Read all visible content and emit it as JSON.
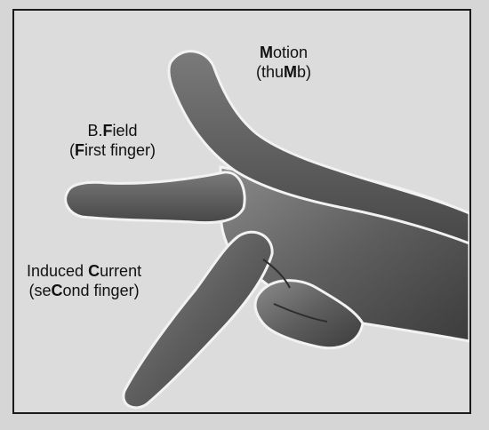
{
  "labels": {
    "motion": {
      "line1": [
        {
          "t": "M",
          "b": true
        },
        {
          "t": "otion",
          "b": false
        }
      ],
      "line2": [
        {
          "t": "(thu",
          "b": false
        },
        {
          "t": "M",
          "b": true
        },
        {
          "t": "b)",
          "b": false
        }
      ]
    },
    "field": {
      "line1": [
        {
          "t": "B.",
          "b": false
        },
        {
          "t": "F",
          "b": true
        },
        {
          "t": "ield",
          "b": false
        }
      ],
      "line2": [
        {
          "t": "(",
          "b": false
        },
        {
          "t": "F",
          "b": true
        },
        {
          "t": "irst finger)",
          "b": false
        }
      ]
    },
    "current": {
      "line1": [
        {
          "t": "Induced ",
          "b": false
        },
        {
          "t": "C",
          "b": true
        },
        {
          "t": "urrent",
          "b": false
        }
      ],
      "line2": [
        {
          "t": "(se",
          "b": false
        },
        {
          "t": "C",
          "b": true
        },
        {
          "t": "ond finger)",
          "b": false
        }
      ]
    }
  },
  "colors": {
    "hand_fill": "#6e6e6e",
    "hand_shadow": "#3a3a3a",
    "hand_outline": "#f2f2f2",
    "background": "#dcdcdc",
    "border": "#1a1a1a"
  }
}
